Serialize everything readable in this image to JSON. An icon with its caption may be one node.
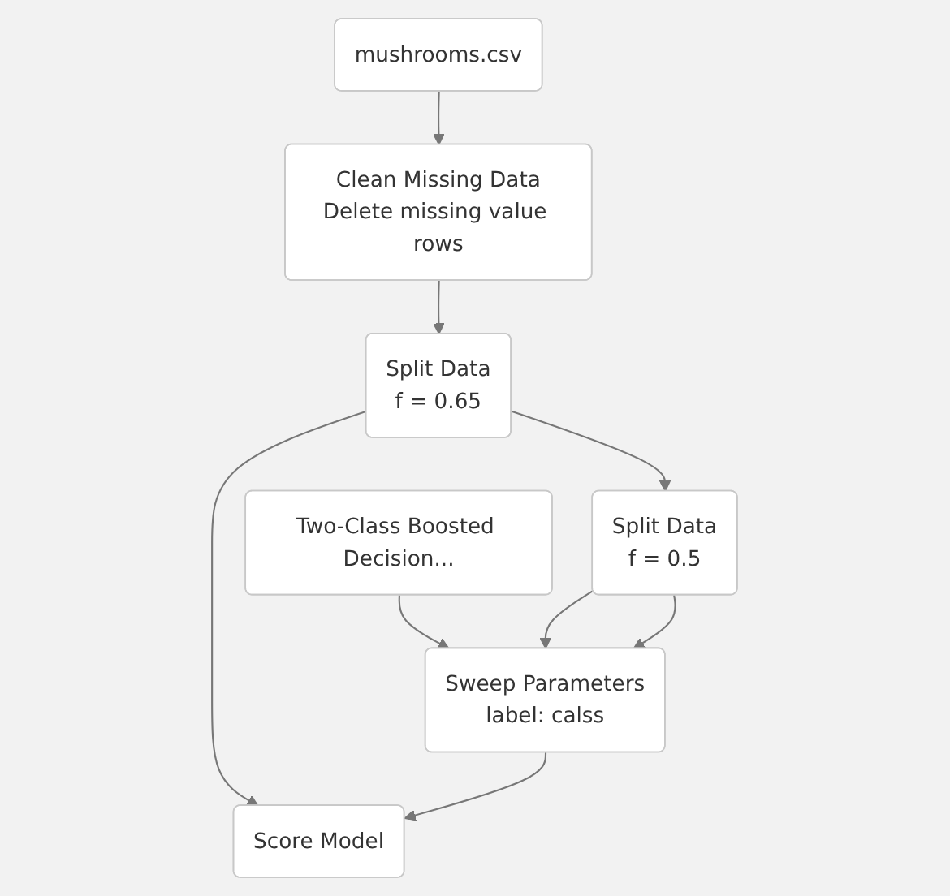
{
  "diagram": {
    "nodes": [
      {
        "text": [
          "mushrooms.csv"
        ]
      },
      {
        "text": [
          "Clean Missing Data",
          "Delete missing value rows"
        ]
      },
      {
        "text": [
          "Two-Class Boosted Decision..."
        ]
      },
      {
        "text": [
          "Split Data",
          "f = 0.65"
        ]
      },
      {
        "text": [
          "Split Data",
          "f = 0.5"
        ]
      },
      {
        "text": [
          "Sweep Parameters",
          "label: calss"
        ]
      },
      {
        "text": [
          "Score Model"
        ]
      }
    ],
    "edges": [
      {
        "from": 0,
        "to": 1,
        "arrow": "to"
      },
      {
        "from": 1,
        "to": 3,
        "arrow": "to"
      },
      {
        "from": 3,
        "to": 4,
        "arrow": "to"
      },
      {
        "from": 3,
        "to": 6,
        "arrow": "to"
      },
      {
        "from": 2,
        "to": 5,
        "arrow": "to"
      },
      {
        "from": 4,
        "to": 5,
        "arrow": "to"
      },
      {
        "from": 4,
        "to": 5,
        "arrow": "to"
      },
      {
        "from": 5,
        "to": 6,
        "arrow": "to"
      }
    ]
  }
}
